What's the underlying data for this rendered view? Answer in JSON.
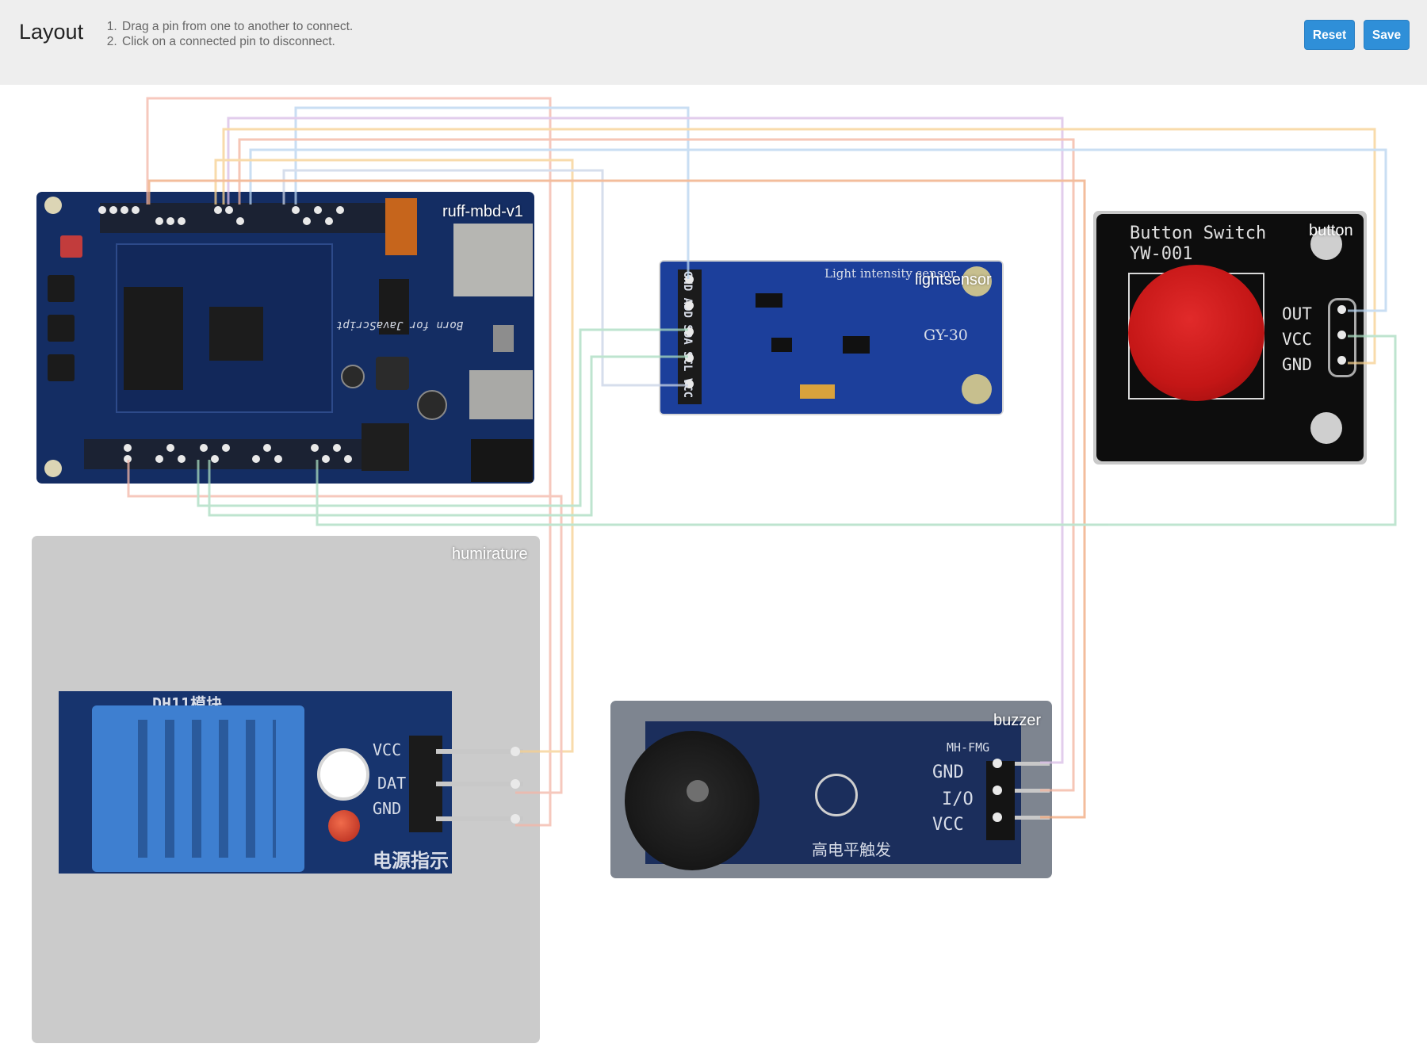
{
  "header": {
    "title": "Layout",
    "instructions": [
      "Drag a pin from one to another to connect.",
      "Click on a connected pin to disconnect."
    ],
    "reset_label": "Reset",
    "save_label": "Save",
    "accent_color": "#2f8fd8"
  },
  "modules": {
    "board": {
      "label": "ruff-mbd-v1"
    },
    "lightsensor": {
      "label": "lightsensor",
      "silk_title": "Light intensity sensor",
      "silk_model": "GY-30",
      "pin_labels": [
        "GND",
        "ADD",
        "SDA",
        "SCL",
        "VCC"
      ]
    },
    "button": {
      "label": "button",
      "silk_title": "Button Switch",
      "silk_model": "YW-001",
      "pin_labels": [
        "OUT",
        "VCC",
        "GND"
      ]
    },
    "humirature": {
      "label": "humirature",
      "silk_title": "DH11模块",
      "silk_power": "电源指示",
      "pin_labels": [
        "VCC",
        "DAT",
        "GND"
      ]
    },
    "buzzer": {
      "label": "buzzer",
      "silk_model": "MH-FMG",
      "silk_trigger": "高电平触发",
      "pin_labels": [
        "GND",
        "I/O",
        "VCC"
      ]
    }
  },
  "wire_colors": [
    "#f4b6a8",
    "#b7d3ef",
    "#d9bde6",
    "#f6d08f",
    "#f3b49e",
    "#c9d3e6",
    "#a9dcc0",
    "#f0a77b"
  ]
}
